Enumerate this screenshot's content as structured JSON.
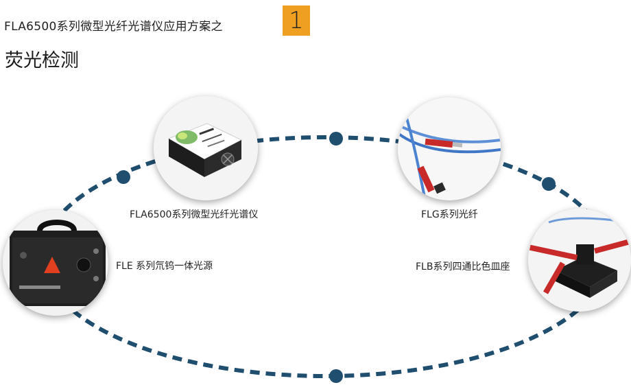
{
  "header": {
    "subtitle": "FLA6500系列微型光纤光谱仪应用方案之",
    "badge_number": "1",
    "title": "荧光检测"
  },
  "products": [
    {
      "id": "spectrometer",
      "caption": "FLA6500系列微型光纤光谱仪"
    },
    {
      "id": "fiber",
      "caption": "FLG系列光纤"
    },
    {
      "id": "light-source",
      "caption": "FLE 系列氘钨一体光源"
    },
    {
      "id": "cuvette-holder",
      "caption": "FLB系列四通比色皿座"
    }
  ],
  "colors": {
    "ring": "#1f4e6e",
    "badge": "#f0a020"
  }
}
